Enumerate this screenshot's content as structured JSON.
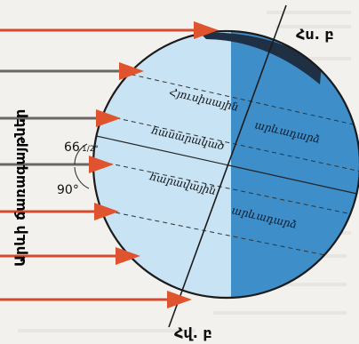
{
  "side_title": "Արևի ճառագայթներ",
  "north_pole_label": "Հս. բ",
  "south_pole_label": "Հվ. բ",
  "zones": {
    "north_day": "Հյուսիսային",
    "north_night": "արևադարձ",
    "equator": "հասարակած",
    "south_day": "հարավային",
    "south_night": "արևադարձ"
  },
  "angle_tilt": "66",
  "angle_tilt_fraction": "1/2°",
  "angle_right": "90°",
  "colors": {
    "background": "#f3f1ee",
    "day_side": "#c7e3f4",
    "night_side": "#3d8ec9",
    "polar_cap": "#1f2f44",
    "ray_red": "#d64a2e",
    "ray_gray": "#6a6663",
    "arrowhead": "#e0532f"
  }
}
